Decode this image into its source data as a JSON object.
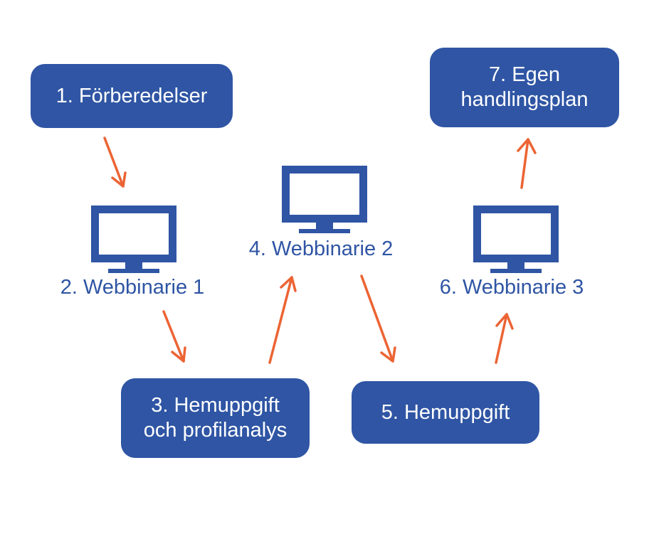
{
  "colors": {
    "box_fill": "#2f55a4",
    "box_text": "#ffffff",
    "label_text": "#2f55a4",
    "monitor": "#2f55a4",
    "arrow": "#ec6434"
  },
  "steps": {
    "step1": {
      "label": "1. Förberedelser"
    },
    "step2": {
      "label": "2. Webbinarie 1",
      "icon": "monitor-icon"
    },
    "step3": {
      "label": "3. Hemuppgift\noch profilanalys"
    },
    "step4": {
      "label": "4. Webbinarie 2",
      "icon": "monitor-icon"
    },
    "step5": {
      "label": "5. Hemuppgift"
    },
    "step6": {
      "label": "6. Webbinarie 3",
      "icon": "monitor-icon"
    },
    "step7": {
      "label": "7. Egen\nhandlingsplan"
    }
  },
  "connectors": [
    {
      "from": "step1",
      "to": "step2"
    },
    {
      "from": "step2",
      "to": "step3"
    },
    {
      "from": "step3",
      "to": "step4"
    },
    {
      "from": "step4",
      "to": "step5"
    },
    {
      "from": "step5",
      "to": "step6"
    },
    {
      "from": "step6",
      "to": "step7"
    }
  ]
}
